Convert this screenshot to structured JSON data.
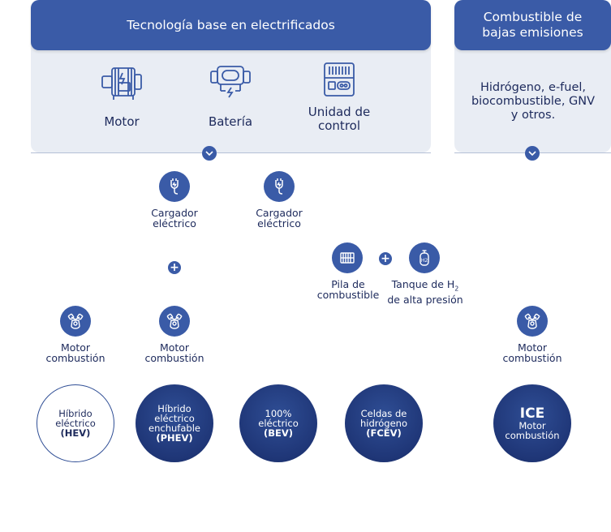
{
  "electrified": {
    "title": "Tecnología base en electrificados",
    "items": [
      {
        "icon": "motor-icon",
        "label": "Motor"
      },
      {
        "icon": "battery-icon",
        "label": "Batería"
      },
      {
        "icon": "control-unit-icon",
        "label": "Unidad de control"
      }
    ]
  },
  "low_emission": {
    "title": "Combustible de bajas emisiones",
    "body": "Hidrógeno, e-fuel, biocombustible, GNV y otros."
  },
  "components": {
    "charger_label": "Cargador eléctrico",
    "combustion_label": "Motor combustión",
    "fuel_cell_label": "Pila de combustible",
    "tank_label_prefix": "Tanque de H",
    "tank_label_sub": "2",
    "tank_label_line2": "de alta presión",
    "plus_symbol": "+",
    "h2_symbol": "H2"
  },
  "vehicles": [
    {
      "line1": "Híbrido",
      "line2": "eléctrico",
      "line3": "",
      "code": "(HEV)"
    },
    {
      "line1": "Híbrido",
      "line2": "eléctrico",
      "line3": "enchufable",
      "code": "(PHEV)"
    },
    {
      "line1": "100%",
      "line2": "eléctrico",
      "line3": "",
      "code": "(BEV)"
    },
    {
      "line1": "Celdas de",
      "line2": "hidrógeno",
      "line3": "",
      "code": "(FCEV)"
    },
    {
      "line1": "ICE",
      "line2": "Motor",
      "line3": "combustión",
      "code": ""
    }
  ],
  "colors": {
    "primary": "#3a5ba7",
    "dark": "#1f3677",
    "panel": "#e9edf4",
    "text": "#1d2a5c"
  }
}
